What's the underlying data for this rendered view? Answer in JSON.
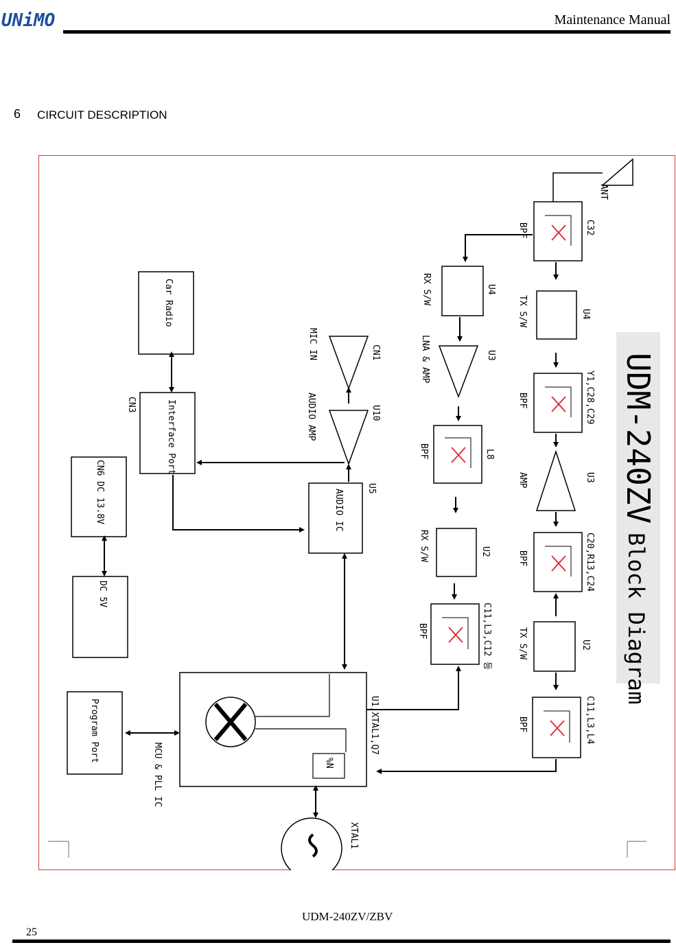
{
  "header": {
    "logo_text": "UNiMO",
    "title": "Maintenance Manual"
  },
  "section": {
    "number": "6",
    "title": "CIRCUIT DESCRIPTION"
  },
  "diagram": {
    "title": "UDM-240ZV",
    "title_suffix": "Block Diagram",
    "blocks": {
      "car_radio": "Car Radio",
      "interface_port": "Interface Port",
      "cn3": "CN3",
      "cn6": "CN6 DC 13.8V",
      "dc5v": "DC 5V",
      "program_port": "Program Port",
      "mcu_label": "MCU & PLL IC",
      "u1_label": "U1,XTAL1,Q7",
      "divider_label": "%N",
      "xtal_label": "XTAL1",
      "audio_ic": "AUDIO IC",
      "u5": "U5",
      "audio_amp": "AUDIO AMP",
      "u10": "U10",
      "mic_in": "MIC IN",
      "cn1": "CN1",
      "rx_sw_top": "RX S/W",
      "u4_rx": "U4",
      "lna_amp": "LNA & AMP",
      "u3_lna": "U3",
      "bpf_l8": "BPF",
      "l8": "L8",
      "rx_sw_u2": "RX S/W",
      "u2_rx": "U2",
      "bpf_c11_rx": "BPF",
      "c11_rx": "C11,L3,C12 등",
      "ant": "ANT",
      "bpf_c32": "BPF",
      "c32": "C32",
      "tx_sw_u4": "TX S/W",
      "u4_tx": "U4",
      "bpf_y1": "BPF",
      "y1": "Y1,C28,C29",
      "amp_u3": "AMP",
      "u3_tx": "U3",
      "bpf_c20": "BPF",
      "c20": "C20,R13,C24",
      "tx_sw_u2": "TX S/W",
      "u2_tx": "U2",
      "bpf_c11_tx": "BPF",
      "c11_tx": "C11,L3,L4"
    }
  },
  "footer": {
    "doc_id": "UDM-240ZV/ZBV",
    "page": "25"
  }
}
